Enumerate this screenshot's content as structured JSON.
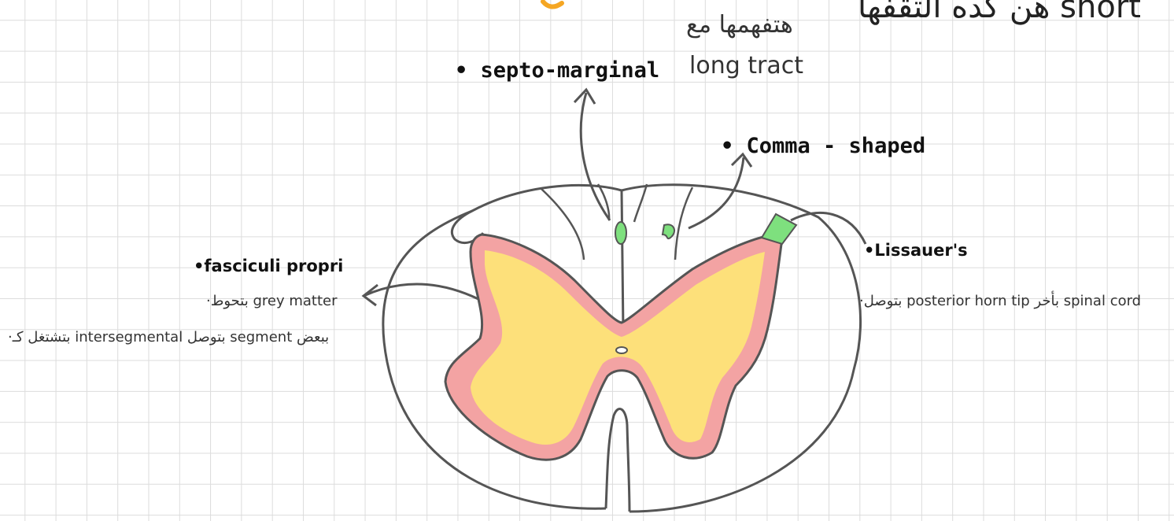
{
  "labels": {
    "top_partial": "هن كده التقفها short",
    "arabic_note": "هتفهمها مع",
    "long_tract": "long tract",
    "septo_marginal": "• septo-marginal",
    "comma_shaped": "• Comma - shaped",
    "lissauer": "•Lissauer's",
    "lissauer_note": "·بتوصل posterior horn tip بأخر spinal cord",
    "fasciculi_propri": "•fasciculi propri",
    "fasciculi_note1": "·بتحوط grey matter",
    "fasciculi_note2": "·بتشتغل كـ intersegmental بتوصل segment ببعض"
  },
  "colors": {
    "grey_matter": "#fde07a",
    "border_band": "#f3a3a3",
    "tract_highlight": "#7ee07e",
    "outline": "#555555",
    "accent_orange": "#f5a623"
  }
}
